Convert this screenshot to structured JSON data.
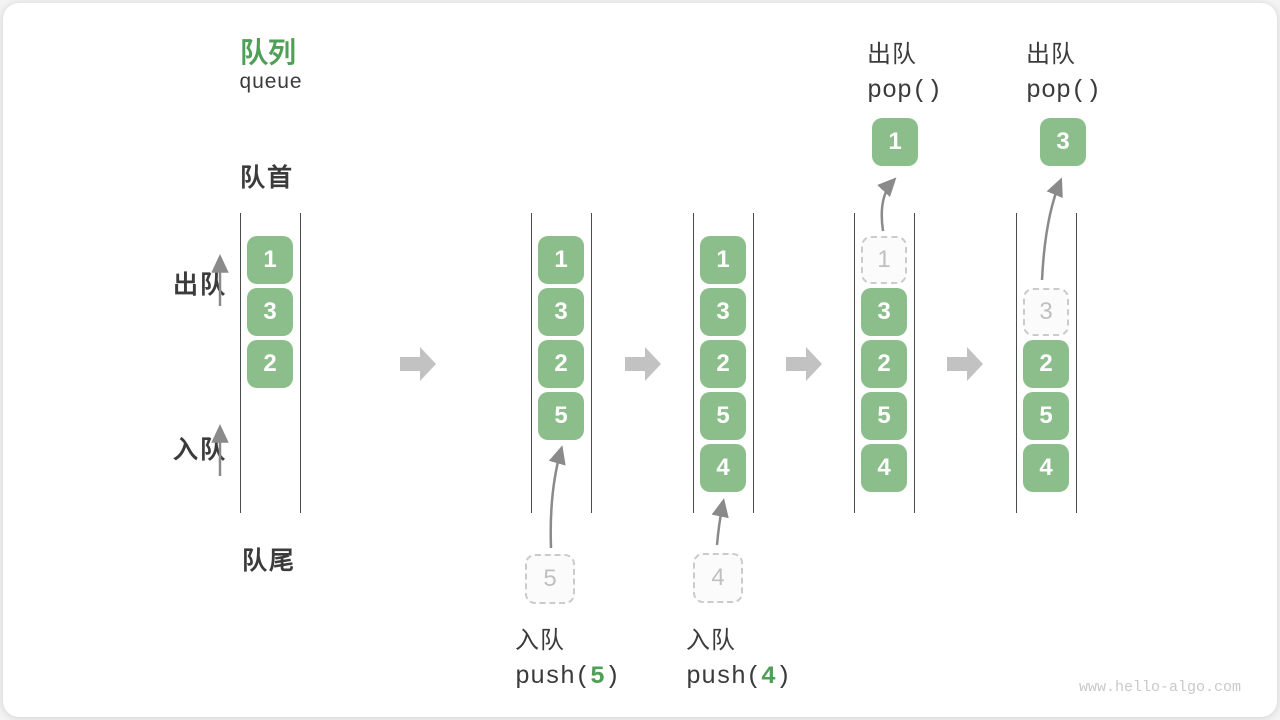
{
  "title": {
    "cn": "队列",
    "en": "queue"
  },
  "labels": {
    "front": "队首",
    "rear": "队尾",
    "dequeue": "出队",
    "enqueue": "入队"
  },
  "ops": {
    "push5": {
      "name": "入队",
      "fn": "push(",
      "arg": "5",
      "close": ")"
    },
    "push4": {
      "name": "入队",
      "fn": "push(",
      "arg": "4",
      "close": ")"
    },
    "pop1": {
      "name": "出队",
      "fn": "pop()"
    },
    "pop2": {
      "name": "出队",
      "fn": "pop()"
    }
  },
  "states": [
    {
      "items": [
        "1",
        "3",
        "2"
      ]
    },
    {
      "items": [
        "1",
        "3",
        "2",
        "5"
      ],
      "incoming": "5"
    },
    {
      "items": [
        "1",
        "3",
        "2",
        "5",
        "4"
      ],
      "incoming": "4"
    },
    {
      "items": [
        "3",
        "2",
        "5",
        "4"
      ],
      "removed": "1",
      "popped": "1"
    },
    {
      "items": [
        "2",
        "5",
        "4"
      ],
      "removed": "3",
      "popped": "3"
    }
  ],
  "watermark": "www.hello-algo.com",
  "colors": {
    "box_green": "#8cbe8c",
    "accent_green": "#4f9f57",
    "text_dark": "#3b3b3b",
    "thin_arrow": "#8a8a8a",
    "block_arrow": "#c2c2c2",
    "dashed_border": "#cbcbcb"
  }
}
